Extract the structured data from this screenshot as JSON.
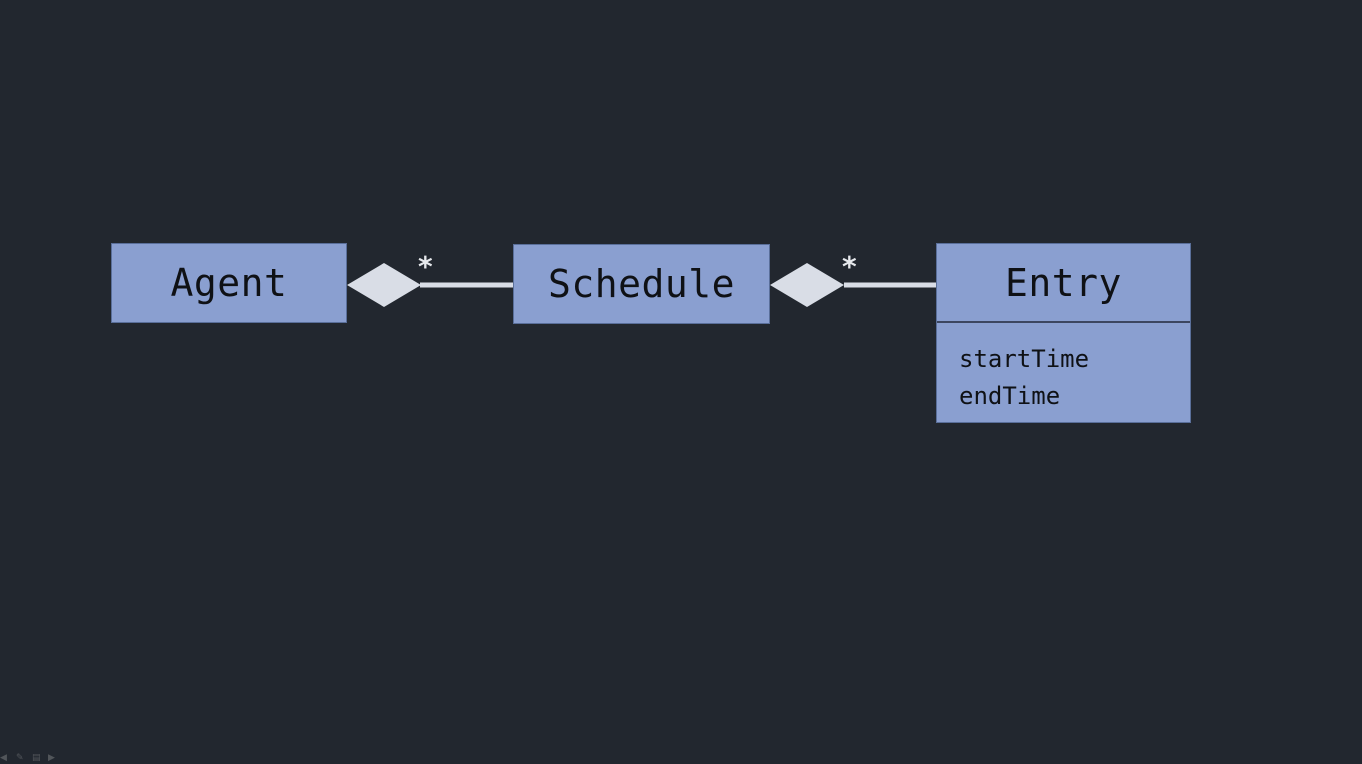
{
  "diagram": {
    "classes": [
      {
        "id": "agent",
        "name": "Agent",
        "attributes": []
      },
      {
        "id": "schedule",
        "name": "Schedule",
        "attributes": []
      },
      {
        "id": "entry",
        "name": "Entry",
        "attributes": [
          "startTime",
          "endTime"
        ]
      }
    ],
    "associations": [
      {
        "from": "agent",
        "to": "schedule",
        "kind": "composition",
        "multiplicity": "*"
      },
      {
        "from": "schedule",
        "to": "entry",
        "kind": "composition",
        "multiplicity": "*"
      }
    ]
  },
  "colors": {
    "background": "#22272f",
    "class_fill": "#8a9fd0",
    "connector": "#d9dde6",
    "text": "#0f1115"
  },
  "icons": [
    "prev-slide-icon",
    "pen-icon",
    "slides-icon",
    "speaker-icon"
  ]
}
